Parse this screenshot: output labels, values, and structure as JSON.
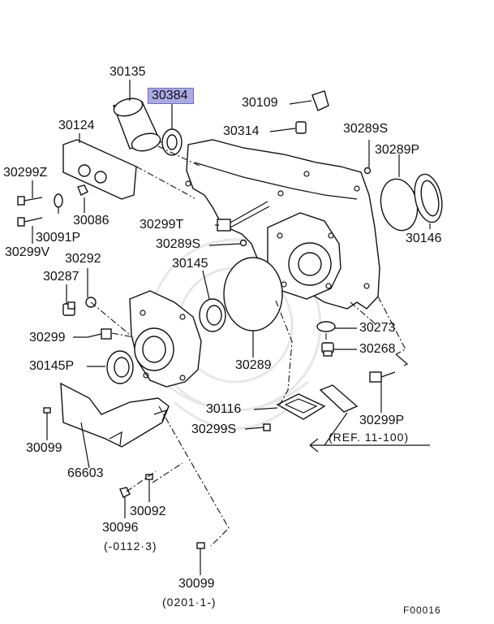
{
  "diagram_code": "F00016",
  "parts": [
    {
      "id": "p30135",
      "text": "30135"
    },
    {
      "id": "p30384",
      "text": "30384",
      "highlighted": true,
      "highlight_color": "#a9a9e6"
    },
    {
      "id": "p30109",
      "text": "30109"
    },
    {
      "id": "p30124",
      "text": "30124"
    },
    {
      "id": "p30314",
      "text": "30314"
    },
    {
      "id": "p30289S_top",
      "text": "30289S"
    },
    {
      "id": "p30289P",
      "text": "30289P"
    },
    {
      "id": "p30299Z",
      "text": "30299Z"
    },
    {
      "id": "p30086",
      "text": "30086"
    },
    {
      "id": "p30299T",
      "text": "30299T"
    },
    {
      "id": "p30091P",
      "text": "30091P"
    },
    {
      "id": "p30146",
      "text": "30146"
    },
    {
      "id": "p30289S_mid",
      "text": "30289S"
    },
    {
      "id": "p30299V",
      "text": "30299V"
    },
    {
      "id": "p30292",
      "text": "30292"
    },
    {
      "id": "p30145",
      "text": "30145"
    },
    {
      "id": "p30287",
      "text": "30287"
    },
    {
      "id": "p30273",
      "text": "30273"
    },
    {
      "id": "p30299",
      "text": "30299"
    },
    {
      "id": "p30268",
      "text": "30268"
    },
    {
      "id": "p30145P",
      "text": "30145P"
    },
    {
      "id": "p30289",
      "text": "30289"
    },
    {
      "id": "p30116",
      "text": "30116"
    },
    {
      "id": "p30299P",
      "text": "30299P"
    },
    {
      "id": "p30299S_bot",
      "text": "30299S"
    },
    {
      "id": "pRef",
      "text": "(REF. 11-100)"
    },
    {
      "id": "p30099_a",
      "text": "30099"
    },
    {
      "id": "p66603",
      "text": "66603"
    },
    {
      "id": "p30092",
      "text": "30092"
    },
    {
      "id": "p30096",
      "text": "30096"
    },
    {
      "id": "p30096_note",
      "text": "(-0112·3)"
    },
    {
      "id": "p30099_b",
      "text": "30099"
    },
    {
      "id": "p30099_note",
      "text": "(0201·1-)"
    }
  ]
}
